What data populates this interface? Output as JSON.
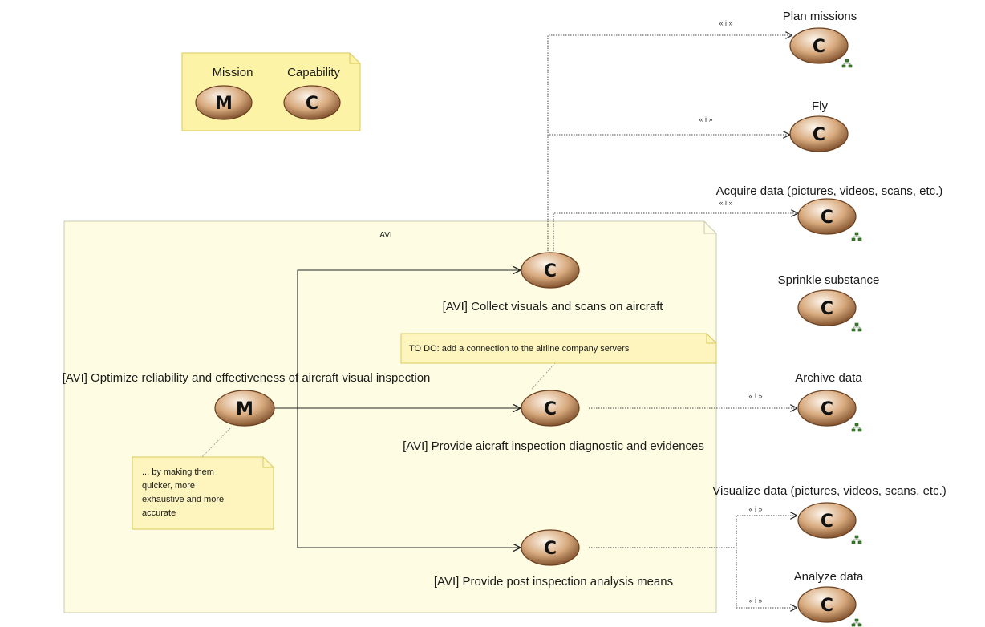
{
  "legend": {
    "mission_label": "Mission",
    "capability_label": "Capability",
    "mission_glyph": "M",
    "capability_glyph": "C"
  },
  "container": {
    "title": "AVI"
  },
  "mission": {
    "glyph": "M",
    "label": "[AVI] Optimize reliability and effectiveness of aircraft visual inspection"
  },
  "avi_capabilities": [
    {
      "glyph": "C",
      "label": "[AVI] Collect visuals and scans on aircraft"
    },
    {
      "glyph": "C",
      "label": "[AVI] Provide aicraft inspection diagnostic and evidences"
    },
    {
      "glyph": "C",
      "label": "[AVI] Provide post inspection analysis means"
    }
  ],
  "external_capabilities": [
    {
      "glyph": "C",
      "label": "Plan missions"
    },
    {
      "glyph": "C",
      "label": "Fly"
    },
    {
      "glyph": "C",
      "label": "Acquire data (pictures, videos, scans, etc.)"
    },
    {
      "glyph": "C",
      "label": "Sprinkle substance"
    },
    {
      "glyph": "C",
      "label": "Archive data"
    },
    {
      "glyph": "C",
      "label": "Visualize data  (pictures, videos, scans, etc.)"
    },
    {
      "glyph": "C",
      "label": "Analyze data"
    }
  ],
  "stereotype": "« i »",
  "notes": {
    "todo": "TO DO: add a connection to the airline company servers",
    "mission_note": [
      "...  by making them",
      "quicker, more",
      "exhaustive and more",
      "accurate"
    ]
  },
  "colors": {
    "ellipse_dark": "#8a5a32",
    "ellipse_light": "#fbf2e6",
    "legend_fill": "#fdf3a6",
    "container_fill": "#fefde4",
    "note_fill": "#fdf5bd"
  }
}
